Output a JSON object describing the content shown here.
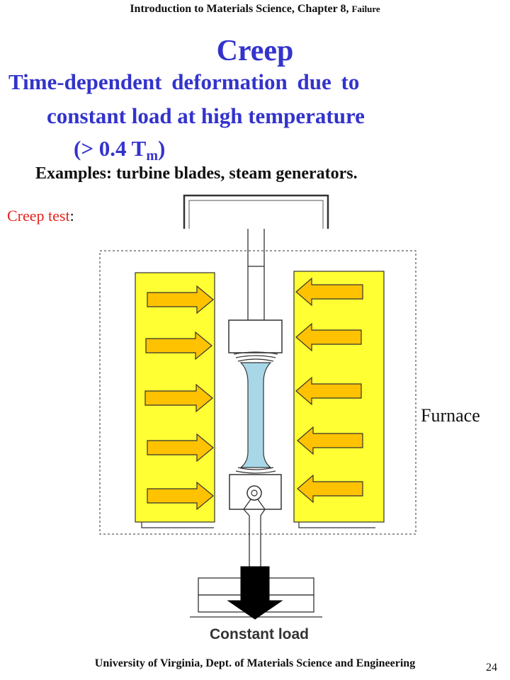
{
  "header": {
    "course": "Introduction to Materials Science, Chapter 8,",
    "topic": "Failure"
  },
  "title": "Creep",
  "definition": {
    "line1": "Time-dependent deformation due to",
    "line2": "constant load at high temperature",
    "temp_prefix": "(> 0.4 T",
    "temp_sub": "m",
    "temp_suffix": ")"
  },
  "examples": "Examples: turbine blades, steam generators.",
  "creep_test": {
    "label": "Creep test",
    "colon": ":"
  },
  "diagram": {
    "furnace_label": "Furnace",
    "load_label": "Constant load",
    "colors": {
      "heater": "#ffff33",
      "arrow": "#ffc200",
      "specimen": "#a8d8e8",
      "weight": "#000000"
    }
  },
  "footer": "University of Virginia, Dept. of Materials Science and Engineering",
  "page_number": "24"
}
